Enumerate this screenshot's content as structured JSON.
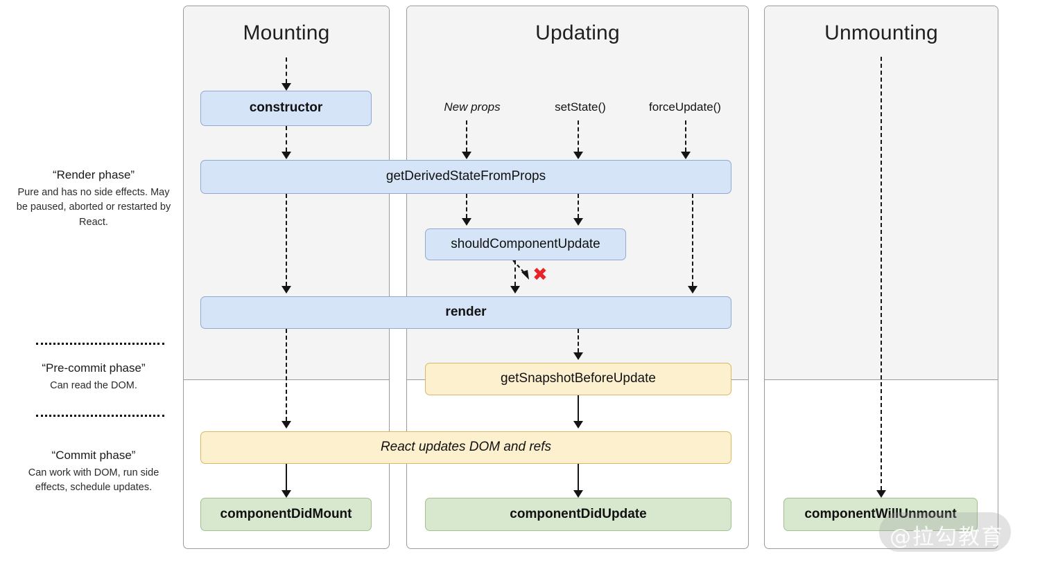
{
  "columns": [
    {
      "id": "mounting",
      "title": "Mounting"
    },
    {
      "id": "updating",
      "title": "Updating"
    },
    {
      "id": "unmounting",
      "title": "Unmounting"
    }
  ],
  "phases": [
    {
      "id": "render-phase",
      "title": "“Render phase”",
      "description": "Pure and has no side effects. May be paused, aborted or restarted by React."
    },
    {
      "id": "pre-commit-phase",
      "title": "“Pre-commit phase”",
      "description": "Can read the DOM."
    },
    {
      "id": "commit-phase",
      "title": "“Commit phase”",
      "description": "Can work with DOM, run side effects, schedule updates."
    }
  ],
  "triggers": [
    {
      "id": "new-props",
      "label": "New props",
      "style": "italic"
    },
    {
      "id": "set-state",
      "label": "setState()",
      "style": "normal"
    },
    {
      "id": "force-update",
      "label": "forceUpdate()",
      "style": "normal"
    }
  ],
  "nodes": [
    {
      "id": "constructor",
      "label": "constructor",
      "color": "blue",
      "weight": "bold",
      "style": "normal"
    },
    {
      "id": "get-derived-state",
      "label": "getDerivedStateFromProps",
      "color": "blue",
      "weight": "normal",
      "style": "normal"
    },
    {
      "id": "should-component-update",
      "label": "shouldComponentUpdate",
      "color": "blue",
      "weight": "normal",
      "style": "normal"
    },
    {
      "id": "render",
      "label": "render",
      "color": "blue",
      "weight": "bold",
      "style": "normal"
    },
    {
      "id": "get-snapshot",
      "label": "getSnapshotBeforeUpdate",
      "color": "yellow",
      "weight": "normal",
      "style": "normal"
    },
    {
      "id": "react-updates-dom",
      "label": "React updates DOM and refs",
      "color": "yellow",
      "weight": "normal",
      "style": "italic"
    },
    {
      "id": "component-did-mount",
      "label": "componentDidMount",
      "color": "green",
      "weight": "bold",
      "style": "normal"
    },
    {
      "id": "component-did-update",
      "label": "componentDidUpdate",
      "color": "green",
      "weight": "bold",
      "style": "normal"
    },
    {
      "id": "component-will-unmount",
      "label": "componentWillUnmount",
      "color": "green",
      "weight": "bold",
      "style": "normal"
    }
  ],
  "annotations": {
    "skip_render_marker": "✖"
  },
  "watermark": {
    "text": "@拉勾教育"
  },
  "colors": {
    "blue_fill": "#d6e4f7",
    "blue_border": "#8fa9d0",
    "yellow_fill": "#fdf0cf",
    "yellow_border": "#d9b860",
    "green_fill": "#d7e8cf",
    "green_border": "#a0c08c",
    "panel_fill": "#f4f4f4",
    "panel_border": "#9a9a9a",
    "skip_marker": "#e8232a"
  }
}
